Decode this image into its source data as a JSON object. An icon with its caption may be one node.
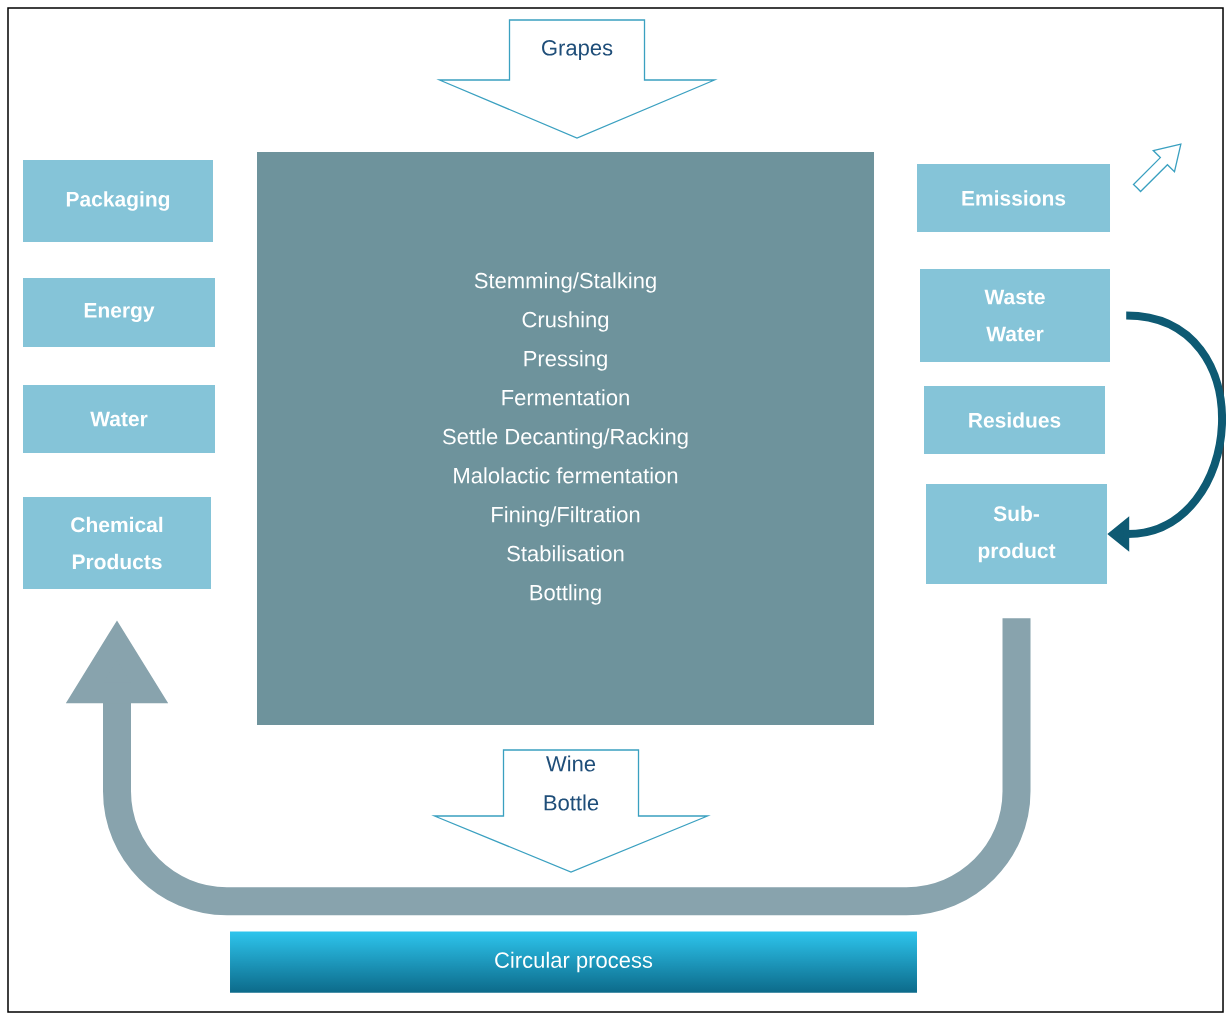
{
  "diagram": {
    "nodes": [
      {
        "text": [
          "Grapes"
        ]
      },
      {
        "text": [
          "Stemming/Stalking",
          "Crushing",
          "Pressing",
          "Fermentation",
          "Settle Decanting/Racking",
          "Malolactic fermentation",
          "Fining/Filtration",
          "Stabilisation",
          "Bottling"
        ]
      },
      {
        "text": [
          "Packaging"
        ]
      },
      {
        "text": [
          "Energy"
        ]
      },
      {
        "text": [
          "Water"
        ]
      },
      {
        "text": [
          "Chemical Products"
        ]
      },
      {
        "text": [
          "Emissions"
        ]
      },
      {
        "text": [
          "Waste Water"
        ]
      },
      {
        "text": [
          "Residues"
        ]
      },
      {
        "text": [
          "Sub-product"
        ]
      },
      {
        "text": [
          "Wine Bottle"
        ]
      },
      {
        "text": [
          "Circular process"
        ]
      }
    ],
    "edges": [
      {
        "from": 7,
        "to": 9,
        "arrow": "to",
        "color": "#0e5a73"
      },
      {
        "from": 9,
        "to": 5,
        "arrow": "to",
        "style": "thick",
        "color": "#88a3ad"
      },
      {
        "from": 6,
        "to": null,
        "arrow": "to",
        "color": "#3aa0c0"
      }
    ]
  }
}
